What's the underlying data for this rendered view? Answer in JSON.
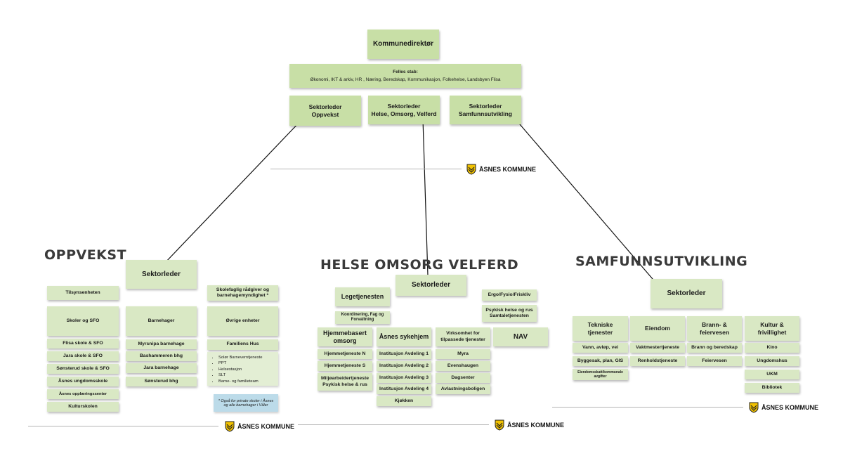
{
  "top": {
    "director": "Kommunedirektør",
    "staff_title": "Felles stab:",
    "staff_list": "Økonomi, IKT & arkiv, HR , Næring, Beredskap, Kommunikasjon, Folkehelse, Landsbyen Flisa",
    "sector1_l1": "Sektorleder",
    "sector1_l2": "Oppvekst",
    "sector2_l1": "Sektorleder",
    "sector2_l2": "Helse, Omsorg, Velferd",
    "sector3_l1": "Sektorleder",
    "sector3_l2": "Samfunnsutvikling"
  },
  "logo_text": "ÅSNES KOMMUNE",
  "oppvekst": {
    "heading": "OPPVEKST",
    "leader": "Sektorleder",
    "tilsyn": "Tilsynsenheten",
    "skoler": "Skoler og SFO",
    "skoler_items": [
      "Flisa skole & SFO",
      "Jara skole & SFO",
      "Sønsterud skole & SFO",
      "Åsnes ungdomsskole",
      "Åsnes opplæringssenter",
      "Kulturskolen"
    ],
    "barnehager": "Barnehager",
    "barnehager_items": [
      "Myrsnipa barnehage",
      "Bashammeren bhg",
      "Jara barnehage",
      "Sønsterud bhg"
    ],
    "radgiver": "Skolefaglig rådgiver og barnehagemyndighet *",
    "ovrige": "Øvrige enheter",
    "familiens_hus": "Familiens Hus",
    "familiens_list": [
      "Solør Barneverntjeneste",
      "PPT",
      "Helsestasjon",
      "SLT",
      "Barne- og familieteam"
    ],
    "note": "* Også for private skoler i Åsnes og alle barnehager i Våler"
  },
  "helse": {
    "heading": "HELSE OMSORG VELFERD",
    "leader": "Sektorleder",
    "lege": "Legetjenesten",
    "koord": "Koordinering, Fag og Forvaltning",
    "ergo": "Ergo/Fysio/Friskliv",
    "psykisk": "Psykisk helse og rus Samtaletjenesten",
    "hjemme": "Hjemmebasert omsorg",
    "hjemme_items": [
      "Hjemmetjeneste N",
      "Hjemmetjeneste S",
      "Miljøarbeidertjeneste Psykisk helse & rus"
    ],
    "sykehjem": "Åsnes sykehjem",
    "sykehjem_items": [
      "Institusjon Avdeling 1",
      "Institusjon Avdeling 2",
      "Institusjon Avdeling 3",
      "Institusjon Avdeling 4",
      "Kjøkken"
    ],
    "virksomhet": "Virksomhet for tilpassede tjenester",
    "virksomhet_items": [
      "Myra",
      "Evenshaugen",
      "Dagsenter",
      "Avlastningsboligen"
    ],
    "nav": "NAV"
  },
  "samfunn": {
    "heading": "SAMFUNNSUTVIKLING",
    "leader": "Sektorleder",
    "tekniske": "Tekniske tjenester",
    "tekniske_items": [
      "Vann, avløp, vei",
      "Byggesak, plan, GIS",
      "Eiendomsskatt/kommunale avgifter"
    ],
    "eiendom": "Eiendom",
    "eiendom_items": [
      "Vaktmestertjeneste",
      "Renholdstjeneste"
    ],
    "brann": "Brann- & feiervesen",
    "brann_items": [
      "Brann og beredskap",
      "Feiervesen"
    ],
    "kultur": "Kultur & frivillighet",
    "kultur_items": [
      "Kino",
      "Ungdomshus",
      "UKM",
      "Bibliotek"
    ]
  },
  "colors": {
    "box": "#d9e8c4",
    "note": "#bcdbe9",
    "logo_yellow": "#f2c200"
  }
}
